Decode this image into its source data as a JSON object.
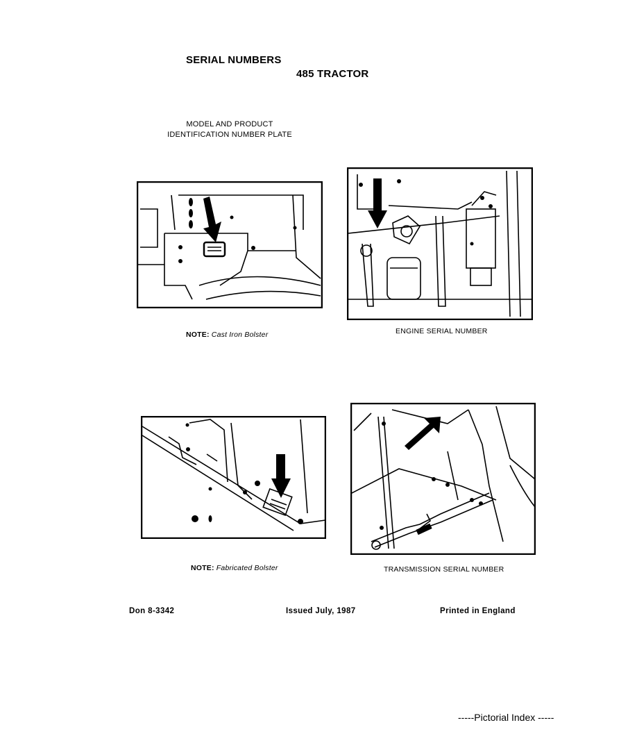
{
  "page": {
    "section_title": "SERIAL NUMBERS",
    "model_title": "485 TRACTOR",
    "plate_heading_line1": "MODEL AND PRODUCT",
    "plate_heading_line2": "IDENTIFICATION NUMBER PLATE"
  },
  "figures": {
    "cast_iron": {
      "note_label": "NOTE:",
      "note_text": "Cast Iron Bolster"
    },
    "engine": {
      "caption": "ENGINE SERIAL NUMBER"
    },
    "fabricated": {
      "note_label": "NOTE:",
      "note_text": "Fabricated Bolster"
    },
    "transmission": {
      "caption": "TRANSMISSION SERIAL NUMBER"
    }
  },
  "footer": {
    "doc_number": "Don 8-3342",
    "issued": "Issued July, 1987",
    "printed": "Printed in England"
  },
  "nav": {
    "pictorial_index": "-----Pictorial Index -----"
  }
}
